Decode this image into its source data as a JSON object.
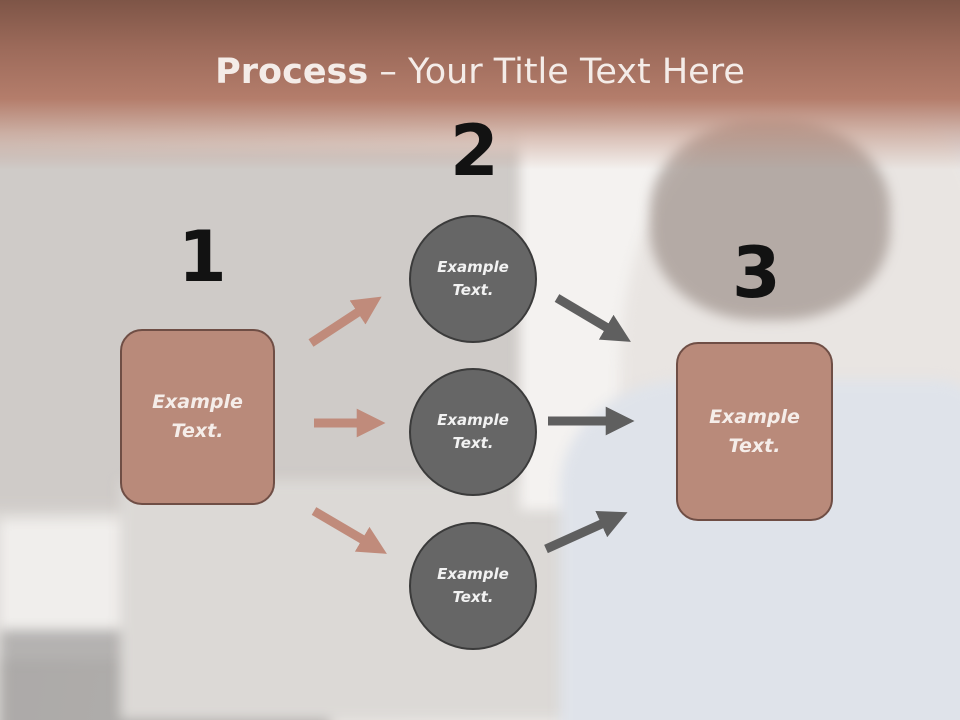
{
  "slide": {
    "title_bold": "Process",
    "title_rest": " – Your Title Text Here",
    "numbers": [
      "1",
      "2",
      "3"
    ],
    "left_box": "Example Text.",
    "circles": [
      "Example Text.",
      "Example Text.",
      "Example Text."
    ],
    "right_box": "Example Text."
  },
  "colors": {
    "accent": "#b98a7a",
    "circle": "#666666",
    "arrow_in": "#c08b7b",
    "arrow_out": "#5f5f5f"
  }
}
